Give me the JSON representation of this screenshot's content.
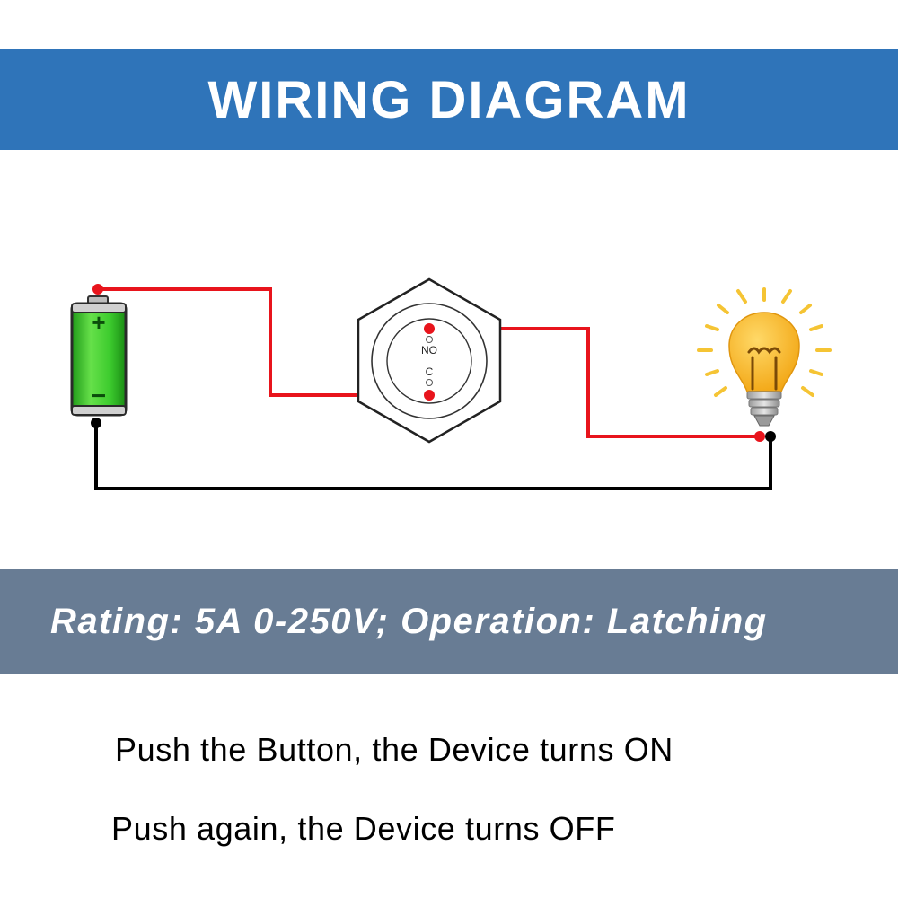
{
  "header": {
    "title": "WIRING DIAGRAM"
  },
  "diagram": {
    "switch": {
      "terminal_no": "NO",
      "terminal_c": "C"
    },
    "battery": {
      "plus_symbol": "+",
      "minus_symbol": "−"
    },
    "colors": {
      "header_band": "#2f74b9",
      "rating_band": "#687c94",
      "wire_live": "#e8141c",
      "wire_return": "#000000",
      "battery_body": "#3dcc2e",
      "bulb_glass": "#f6b624",
      "bulb_rays": "#f5c434"
    }
  },
  "rating": {
    "text": "Rating: 5A 0-250V; Operation: Latching"
  },
  "instructions": {
    "line1": "Push the Button, the Device turns ON",
    "line2": "Push again, the Device turns OFF"
  }
}
